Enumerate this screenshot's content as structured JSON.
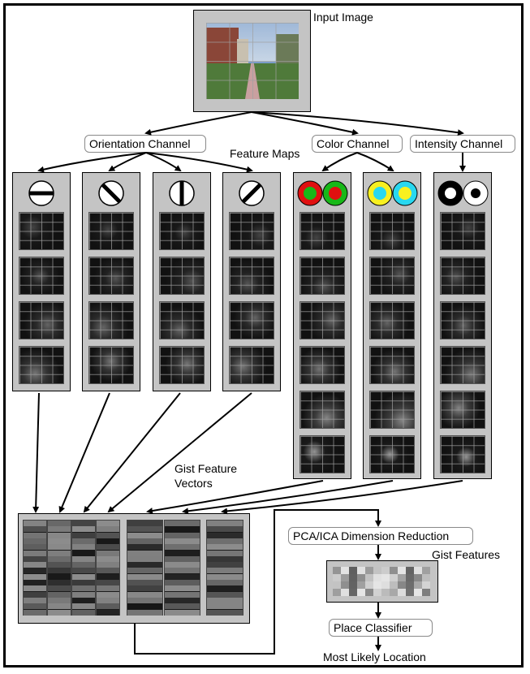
{
  "labels": {
    "input_image": "Input Image",
    "orientation_channel": "Orientation Channel",
    "color_channel": "Color Channel",
    "intensity_channel": "Intensity Channel",
    "feature_maps": "Feature Maps",
    "gist_feature_vectors_line1": "Gist Feature",
    "gist_feature_vectors_line2": "Vectors",
    "pca_ica": "PCA/ICA Dimension Reduction",
    "gist_features": "Gist Features",
    "place_classifier": "Place Classifier",
    "most_likely_location": "Most Likely Location"
  },
  "channels": [
    {
      "name": "orientation-0",
      "icon": "horizontal-bar-icon",
      "maps": 4
    },
    {
      "name": "orientation-45",
      "icon": "diagonal-bar-icon",
      "maps": 4
    },
    {
      "name": "orientation-90",
      "icon": "vertical-bar-icon",
      "maps": 4
    },
    {
      "name": "orientation-135",
      "icon": "diagonal-bar-icon",
      "maps": 4
    },
    {
      "name": "color-red-green",
      "icon": "red-green-disc-icon",
      "maps": 6
    },
    {
      "name": "color-blue-yellow",
      "icon": "blue-yellow-disc-icon",
      "maps": 6
    },
    {
      "name": "intensity",
      "icon": "on-off-disc-icon",
      "maps": 6
    }
  ],
  "colors": {
    "panel_bg": "#c4c4c4",
    "red": "#e01010",
    "green": "#18b818",
    "cyan": "#28d8f0",
    "yellow": "#f8f020"
  }
}
